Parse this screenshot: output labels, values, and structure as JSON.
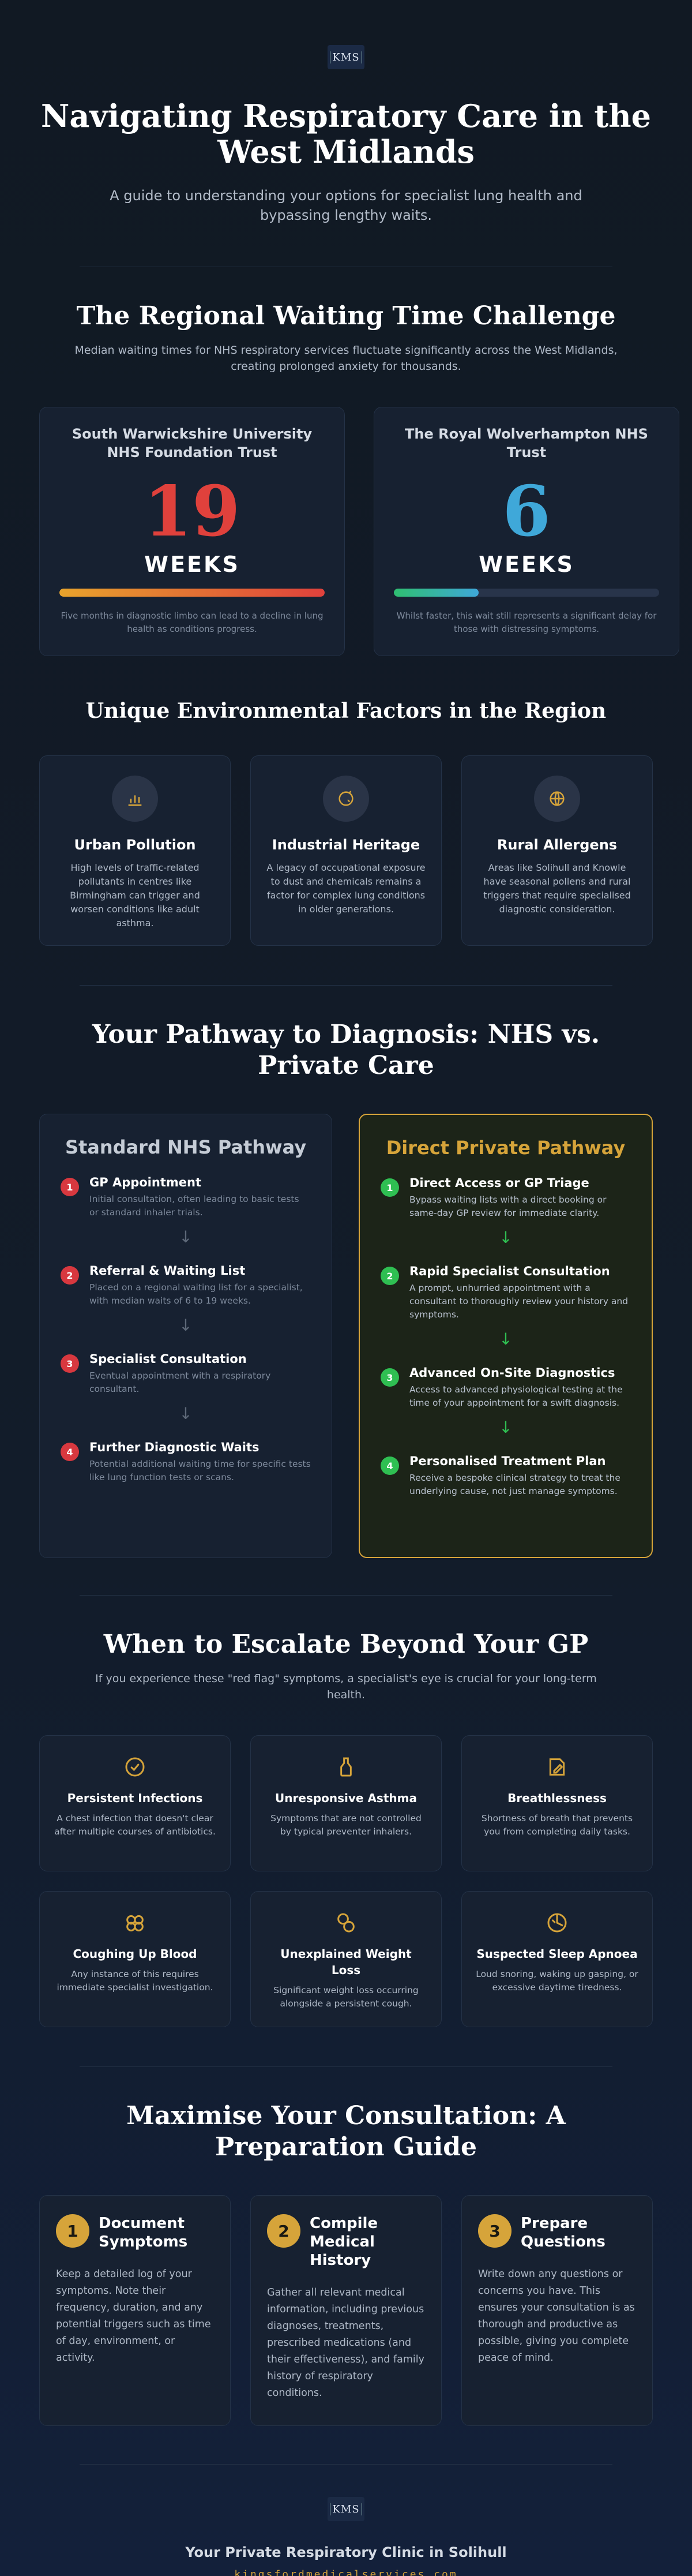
{
  "header": {
    "logo_text": "KMS",
    "title": "Navigating Respiratory Care in the West Midlands",
    "subtitle": "A guide to understanding your options for specialist lung health and bypassing lengthy waits."
  },
  "waiting": {
    "title": "The Regional Waiting Time Challenge",
    "description": "Median waiting times for NHS respiratory services fluctuate significantly across the West Midlands, creating prolonged anxiety for thousands.",
    "cards": [
      {
        "trust": "South Warwickshire University NHS Foundation Trust",
        "value": "19",
        "unit": "WEEKS",
        "bar_fraction": 1.0,
        "color": "#e0413c",
        "gradient_start": "#e8a32c",
        "note": "Five months in diagnostic limbo can lead to a decline in lung health as conditions progress."
      },
      {
        "trust": "The Royal Wolverhampton NHS Trust",
        "value": "6",
        "unit": "WEEKS",
        "bar_fraction": 0.32,
        "color": "#3fa8d9",
        "gradient_start": "#2fbf71",
        "note": "Whilst faster, this wait still represents a significant delay for those with distressing symptoms."
      }
    ]
  },
  "environment": {
    "title": "Unique Environmental Factors in the Region",
    "cards": [
      {
        "icon": "chart-icon",
        "title": "Urban Pollution",
        "desc": "High levels of traffic-related pollutants in centres like Birmingham can trigger and worsen conditions like adult asthma."
      },
      {
        "icon": "factory-icon",
        "title": "Industrial Heritage",
        "desc": "A legacy of occupational exposure to dust and chemicals remains a factor for complex lung conditions in older generations."
      },
      {
        "icon": "pollen-icon",
        "title": "Rural Allergens",
        "desc": "Areas like Solihull and Knowle have seasonal pollens and rural triggers that require specialised diagnostic consideration."
      }
    ]
  },
  "pathway": {
    "title": "Your Pathway to Diagnosis: NHS vs. Private Care",
    "nhs": {
      "title": "Standard NHS Pathway",
      "steps": [
        {
          "num": "1",
          "title": "GP Appointment",
          "desc": "Initial consultation, often leading to basic tests or standard inhaler trials."
        },
        {
          "num": "2",
          "title": "Referral & Waiting List",
          "desc": "Placed on a regional waiting list for a specialist, with median waits of 6 to 19 weeks."
        },
        {
          "num": "3",
          "title": "Specialist Consultation",
          "desc": "Eventual appointment with a respiratory consultant."
        },
        {
          "num": "4",
          "title": "Further Diagnostic Waits",
          "desc": "Potential additional waiting time for specific tests like lung function tests or scans."
        }
      ]
    },
    "private": {
      "title": "Direct Private Pathway",
      "steps": [
        {
          "num": "1",
          "title": "Direct Access or GP Triage",
          "desc": "Bypass waiting lists with a direct booking or same-day GP review for immediate clarity."
        },
        {
          "num": "2",
          "title": "Rapid Specialist Consultation",
          "desc": "A prompt, unhurried appointment with a consultant to thoroughly review your history and symptoms."
        },
        {
          "num": "3",
          "title": "Advanced On-Site Diagnostics",
          "desc": "Access to advanced physiological testing at the time of your appointment for a swift diagnosis."
        },
        {
          "num": "4",
          "title": "Personalised Treatment Plan",
          "desc": "Receive a bespoke clinical strategy to treat the underlying cause, not just manage symptoms."
        }
      ]
    },
    "colors": {
      "nhs": "#d8383f",
      "private": "#2fbf52",
      "gold": "#d6a43a"
    }
  },
  "escalate": {
    "title": "When to Escalate Beyond Your GP",
    "description": "If you experience these \"red flag\" symptoms, a specialist's eye is crucial for your long-term health.",
    "cards": [
      {
        "icon": "check-circle-icon",
        "title": "Persistent Infections",
        "desc": "A chest infection that doesn't clear after multiple courses of antibiotics."
      },
      {
        "icon": "inhaler-icon",
        "title": "Unresponsive Asthma",
        "desc": "Symptoms that are not controlled by typical preventer inhalers."
      },
      {
        "icon": "note-pen-icon",
        "title": "Breathlessness",
        "desc": "Shortness of breath that prevents you from completing daily tasks."
      },
      {
        "icon": "lungs-icon",
        "title": "Coughing Up Blood",
        "desc": "Any instance of this requires immediate specialist investigation."
      },
      {
        "icon": "pill-icon",
        "title": "Unexplained Weight Loss",
        "desc": "Significant weight loss occurring alongside a persistent cough."
      },
      {
        "icon": "sleep-icon",
        "title": "Suspected Sleep Apnoea",
        "desc": "Loud snoring, waking up gasping, or excessive daytime tiredness."
      }
    ]
  },
  "prep": {
    "title": "Maximise Your Consultation: A Preparation Guide",
    "cards": [
      {
        "num": "1",
        "title": "Document Symptoms",
        "desc": "Keep a detailed log of your symptoms. Note their frequency, duration, and any potential triggers such as time of day, environment, or activity."
      },
      {
        "num": "2",
        "title": "Compile Medical History",
        "desc": "Gather all relevant medical information, including previous diagnoses, treatments, prescribed medications (and their effectiveness), and family history of respiratory conditions."
      },
      {
        "num": "3",
        "title": "Prepare Questions",
        "desc": "Write down any questions or concerns you have. This ensures your consultation is as thorough and productive as possible, giving you complete peace of mind."
      }
    ]
  },
  "footer": {
    "logo_text": "KMS",
    "tagline": "Your Private Respiratory Clinic in Solihull",
    "url": "kingsfordmedicalservices.com"
  }
}
